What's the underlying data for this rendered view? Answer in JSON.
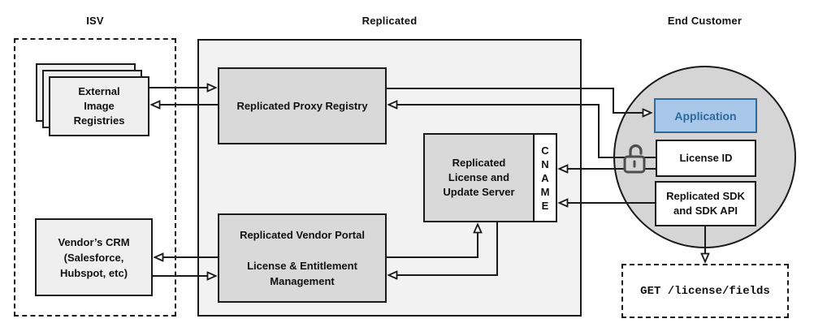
{
  "diagram": {
    "sections": {
      "isv": "ISV",
      "replicated": "Replicated",
      "end_customer": "End Customer"
    },
    "nodes": {
      "external_registries": "External\nImage\nRegistries",
      "vendors_crm": "Vendor’s CRM\n(Salesforce,\nHubspot, etc)",
      "proxy_registry": "Replicated Proxy Registry",
      "license_update_server": "Replicated\nLicense and\nUpdate Server",
      "cname": "C\nN\nA\nM\nE",
      "vendor_portal": "Replicated Vendor Portal\n\nLicense & Entitlement\nManagement",
      "application": "Application",
      "license_id": "License ID",
      "replicated_sdk": "Replicated SDK\nand SDK API",
      "get_endpoint": "GET /license/fields"
    },
    "icons": {
      "unlock": "open-padlock"
    },
    "colors": {
      "application_fill": "#a9c7e8",
      "application_border": "#2a6aa0",
      "application_text": "#2a6aa0",
      "replicated_container_fill": "#f2f2f2",
      "inner_node_fill": "#d9d9d9",
      "customer_circle_fill": "#d5d5d5",
      "isv_node_fill": "#efefef",
      "line_color": "#1a1a1a"
    }
  }
}
